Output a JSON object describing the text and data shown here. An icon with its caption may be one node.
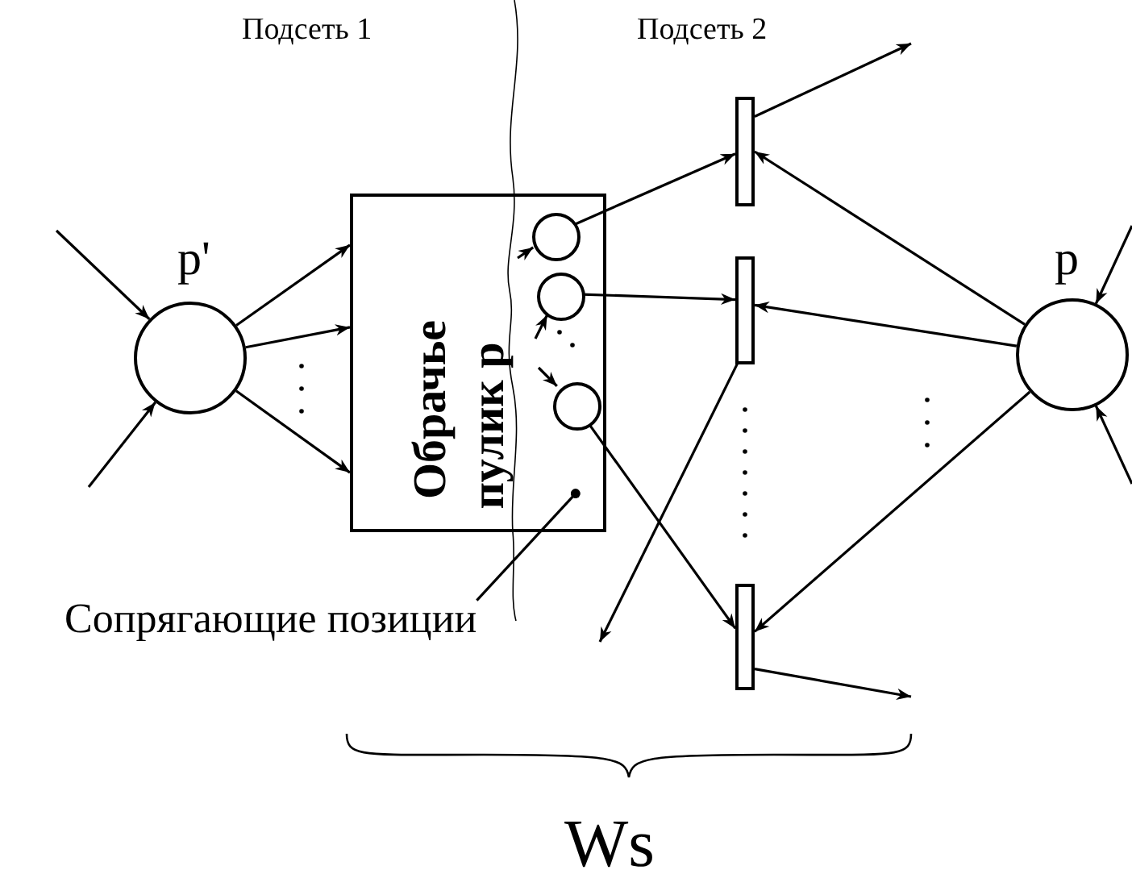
{
  "diagram": {
    "nodes": [
      {
        "text": [
          "p'"
        ]
      },
      {
        "text": [
          "Обрачье",
          "пулик р"
        ]
      },
      {
        "text": [],
        "shape": "circle",
        "in": 1
      },
      {
        "text": [],
        "shape": "circle",
        "in": 1
      },
      {
        "text": [],
        "shape": "circle",
        "in": 1
      },
      {
        "text": [],
        "shape": "bar"
      },
      {
        "text": [],
        "shape": "bar"
      },
      {
        "text": [],
        "shape": "bar"
      },
      {
        "text": [
          "p"
        ]
      },
      {
        "text": [
          "Сопрягающие позиции"
        ]
      }
    ],
    "edges": [
      {
        "from": null,
        "to": 0,
        "arrow": "to"
      },
      {
        "from": null,
        "to": 0,
        "arrow": "to"
      },
      {
        "from": 0,
        "to": 1,
        "arrow": "to"
      },
      {
        "from": 0,
        "to": 1,
        "arrow": "to"
      },
      {
        "from": 0,
        "to": 1,
        "arrow": "to"
      },
      {
        "from": null,
        "to": 2,
        "arrow": "to"
      },
      {
        "from": null,
        "to": 3,
        "arrow": "to"
      },
      {
        "from": null,
        "to": 4,
        "arrow": "to"
      },
      {
        "from": 2,
        "to": 5,
        "arrow": "to"
      },
      {
        "from": 3,
        "to": 6,
        "arrow": "to"
      },
      {
        "from": 4,
        "to": 7,
        "arrow": "to"
      },
      {
        "from": 5,
        "to": null,
        "arrow": "to"
      },
      {
        "from": 6,
        "to": null,
        "arrow": "to"
      },
      {
        "from": 7,
        "to": null,
        "arrow": "to"
      },
      {
        "from": 8,
        "to": 5,
        "arrow": "to"
      },
      {
        "from": 8,
        "to": 6,
        "arrow": "to"
      },
      {
        "from": 8,
        "to": 7,
        "arrow": "to"
      },
      {
        "from": null,
        "to": 8,
        "arrow": "to"
      },
      {
        "from": null,
        "to": 8,
        "arrow": "to"
      },
      {
        "from": 9,
        "to": 1,
        "arrow": "other"
      }
    ],
    "labels": [
      "Подсеть 1",
      "Подсеть 2",
      "Ws"
    ]
  }
}
